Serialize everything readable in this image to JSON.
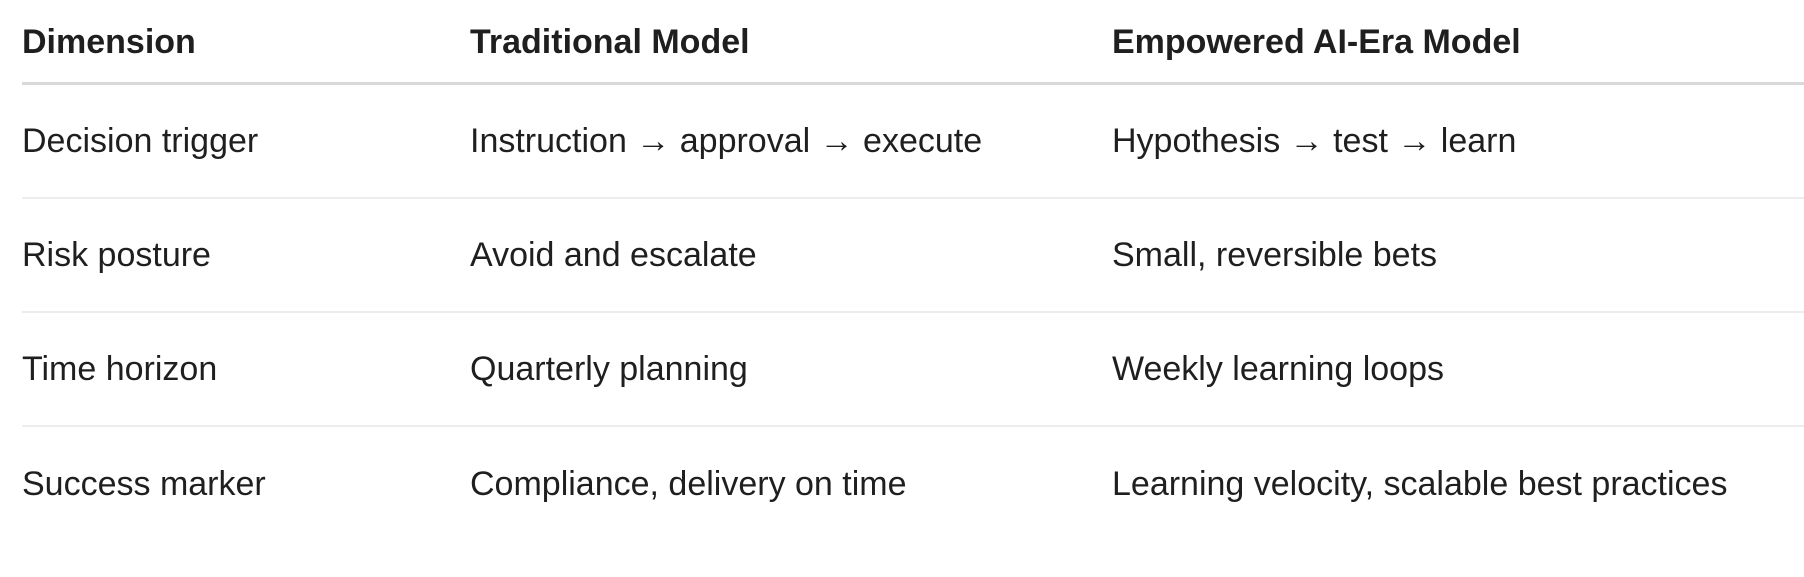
{
  "table": {
    "headers": [
      "Dimension",
      "Traditional Model",
      "Empowered AI-Era Model"
    ],
    "rows": [
      [
        "Decision trigger",
        "Instruction → approval → execute",
        "Hypothesis → test → learn"
      ],
      [
        "Risk posture",
        "Avoid and escalate",
        "Small, reversible bets"
      ],
      [
        "Time horizon",
        "Quarterly planning",
        "Weekly learning loops"
      ],
      [
        "Success marker",
        "Compliance, delivery on time",
        "Learning velocity, scalable best practices"
      ]
    ]
  }
}
